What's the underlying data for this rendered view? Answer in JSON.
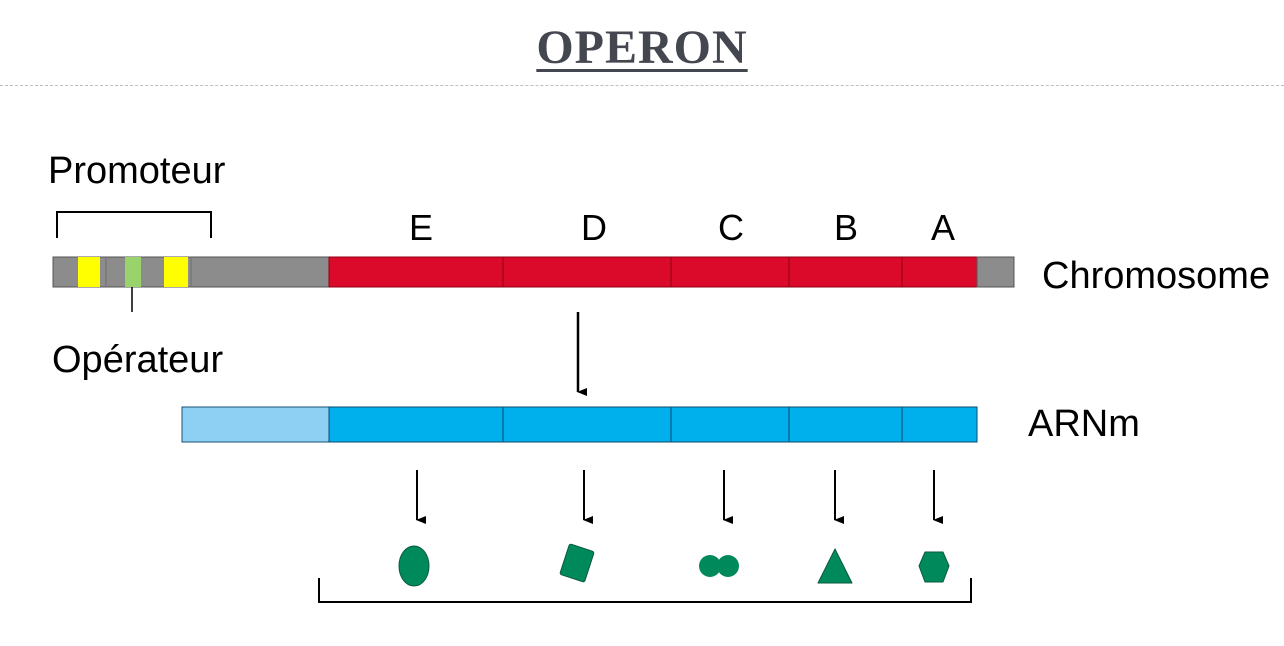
{
  "title": "OPERON",
  "labels": {
    "promoter": "Promoteur",
    "operator": "Opérateur",
    "chromosome": "Chromosome",
    "mrna": "ARNm"
  },
  "genes": [
    "E",
    "D",
    "C",
    "B",
    "A"
  ],
  "colors": {
    "title": "#44474f",
    "dna_noncoding": "#8c8c8c",
    "promoter_box": "#ffff00",
    "operator_box": "#99d36b",
    "gene_red": "#db0a2a",
    "mrna_blue": "#00b0ec",
    "mrna_leader": "#8dd0f3",
    "protein_green": "#008a5b"
  },
  "proteins": [
    {
      "gene": "E",
      "shape": "circle-icon"
    },
    {
      "gene": "D",
      "shape": "square-icon"
    },
    {
      "gene": "C",
      "shape": "dumbbell-icon"
    },
    {
      "gene": "B",
      "shape": "triangle-icon"
    },
    {
      "gene": "A",
      "shape": "hexagon-icon"
    }
  ]
}
